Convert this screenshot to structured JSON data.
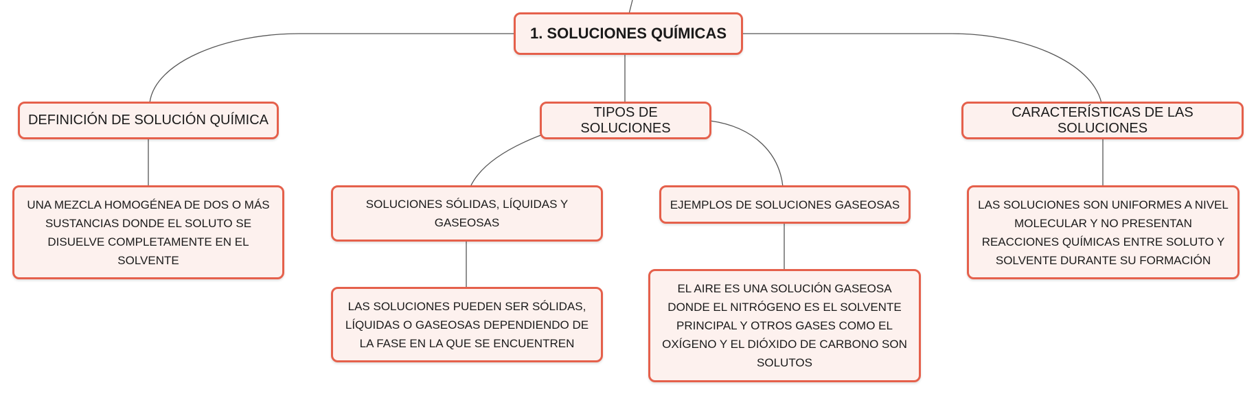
{
  "colors": {
    "node_border": "#e5604b",
    "node_fill": "#fdf1ee",
    "connector": "#555555",
    "text": "#1a1a1a"
  },
  "nodes": {
    "root": "1. SOLUCIONES QUÍMICAS",
    "definicion": "DEFINICIÓN DE SOLUCIÓN QUÍMICA",
    "tipos": "TIPOS DE SOLUCIONES",
    "caracteristicas": "CARACTERÍSTICAS DE LAS SOLUCIONES",
    "definicion_detalle": "UNA MEZCLA HOMOGÉNEA DE DOS O MÁS SUSTANCIAS DONDE EL SOLUTO SE DISUELVE COMPLETAMENTE EN EL SOLVENTE",
    "solidas_liquidas_gaseosas": "SOLUCIONES SÓLIDAS, LÍQUIDAS Y GASEOSAS",
    "ejemplos_gaseosas": "EJEMPLOS DE SOLUCIONES GASEOSAS",
    "caracteristicas_detalle": "LAS SOLUCIONES SON UNIFORMES A NIVEL MOLECULAR Y NO PRESENTAN REACCIONES QUÍMICAS ENTRE SOLUTO Y SOLVENTE DURANTE SU FORMACIÓN",
    "fases_detalle": "LAS SOLUCIONES PUEDEN SER SÓLIDAS, LÍQUIDAS O GASEOSAS DEPENDIENDO DE LA FASE EN LA QUE SE ENCUENTREN",
    "aire_detalle": "EL AIRE ES UNA SOLUCIÓN GASEOSA DONDE EL NITRÓGENO ES EL SOLVENTE PRINCIPAL Y OTROS GASES COMO EL OXÍGENO Y EL DIÓXIDO DE CARBONO SON SOLUTOS"
  }
}
